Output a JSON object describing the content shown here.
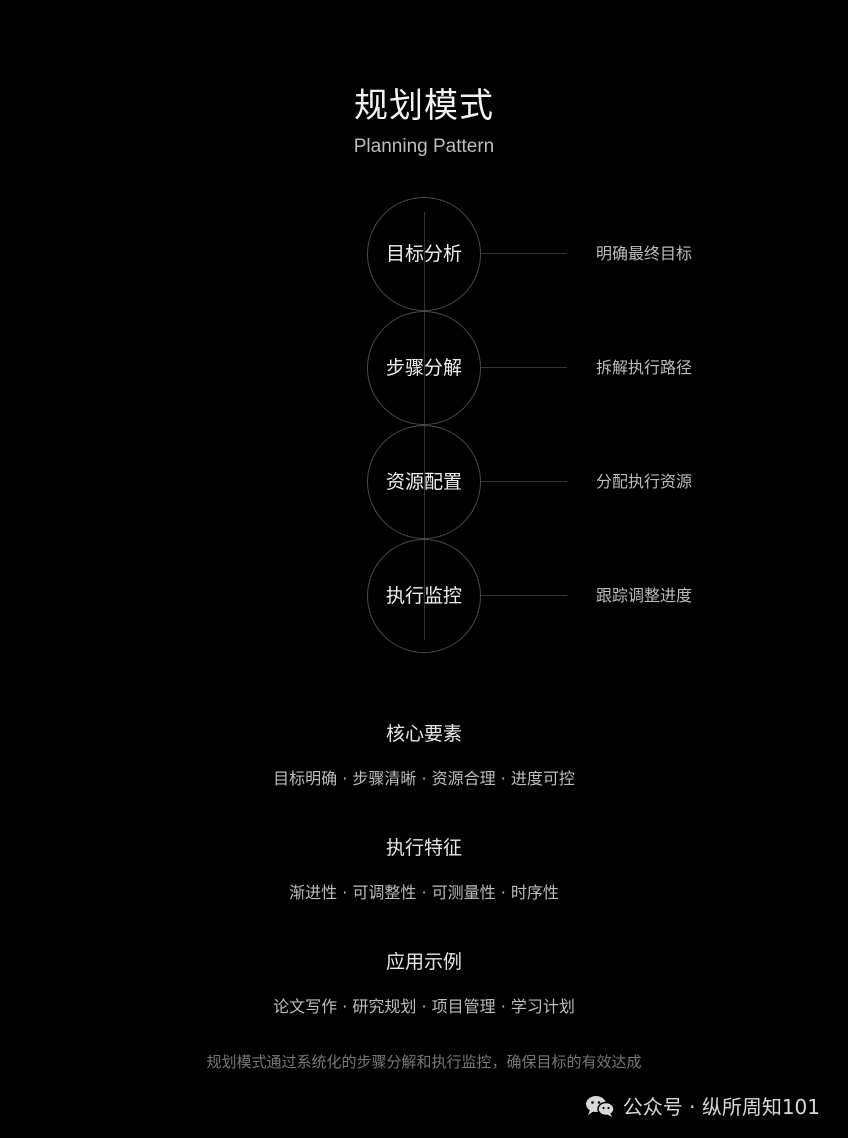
{
  "title": "规划模式",
  "subtitle": "Planning Pattern",
  "steps": [
    {
      "label": "目标分析",
      "desc": "明确最终目标"
    },
    {
      "label": "步骤分解",
      "desc": "拆解执行路径"
    },
    {
      "label": "资源配置",
      "desc": "分配执行资源"
    },
    {
      "label": "执行监控",
      "desc": "跟踪调整进度"
    }
  ],
  "sections": [
    {
      "title": "核心要素",
      "text": "目标明确 · 步骤清晰 · 资源合理 · 进度可控"
    },
    {
      "title": "执行特征",
      "text": "渐进性 · 可调整性 · 可测量性 · 时序性"
    },
    {
      "title": "应用示例",
      "text": "论文写作 · 研究规划 · 项目管理 · 学习计划"
    }
  ],
  "summary": "规划模式通过系统化的步骤分解和执行监控，确保目标的有效达成",
  "footer": {
    "text": "公众号 · 纵所周知101",
    "icon": "wechat-icon"
  }
}
